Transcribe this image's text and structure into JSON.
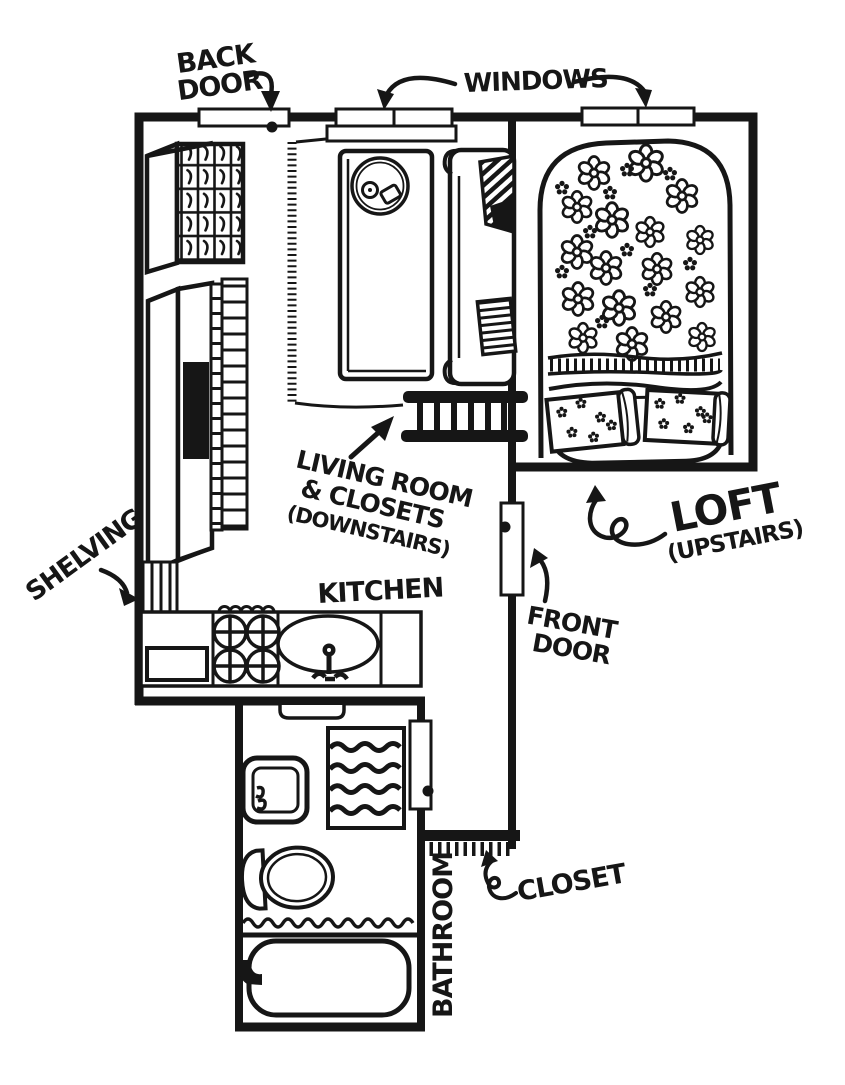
{
  "colors": {
    "ink": "#161616",
    "paper": "#ffffff"
  },
  "labels": {
    "back_door": [
      "BACK",
      "DOOR"
    ],
    "windows": "WINDOWS",
    "living_room": [
      "LIVING ROOM",
      "& CLOSETS",
      "(DOWNSTAIRS)"
    ],
    "shelving": "SHELVING",
    "kitchen": "KITCHEN",
    "front_door": [
      "FRONT",
      "DOOR"
    ],
    "loft": [
      "LOFT",
      "(UPSTAIRS)"
    ],
    "closet": "CLOSET",
    "bathroom": "BATHROOM"
  }
}
